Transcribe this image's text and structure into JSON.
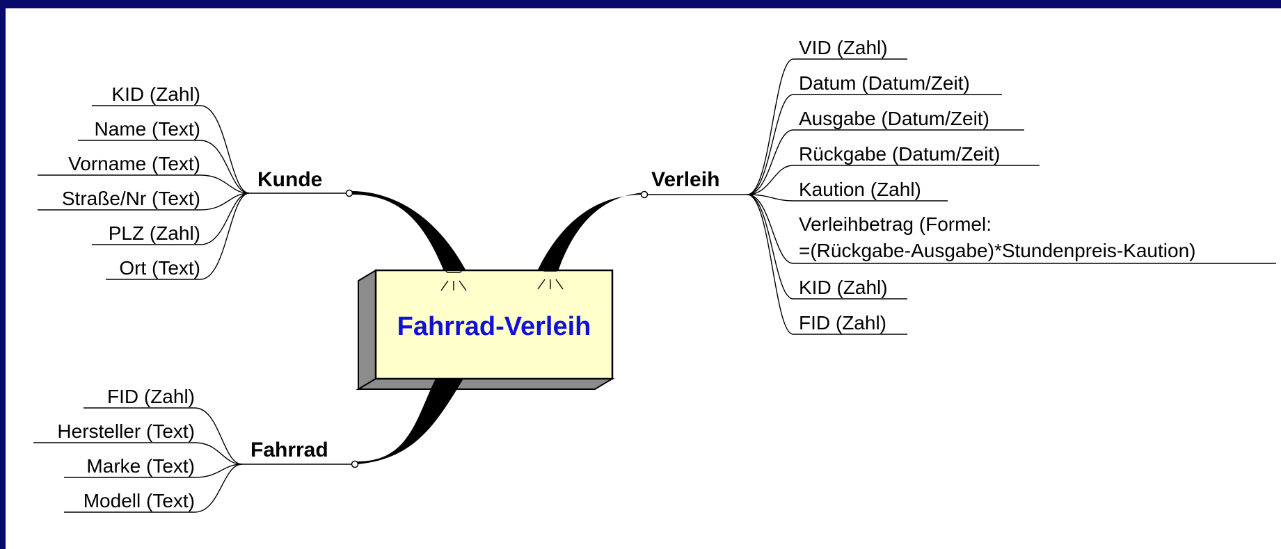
{
  "central_topic": "Fahrrad-Verleih",
  "branches": {
    "kunde": {
      "label": "Kunde",
      "fields": [
        "KID (Zahl)",
        "Name (Text)",
        "Vorname (Text)",
        "Straße/Nr (Text)",
        "PLZ (Zahl)",
        "Ort (Text)"
      ]
    },
    "fahrrad": {
      "label": "Fahrrad",
      "fields": [
        "FID (Zahl)",
        "Hersteller (Text)",
        "Marke (Text)",
        "Modell (Text)"
      ]
    },
    "verleih": {
      "label": "Verleih",
      "fields": [
        "VID (Zahl)",
        "Datum (Datum/Zeit)",
        "Ausgabe (Datum/Zeit)",
        "Rückgabe (Datum/Zeit)",
        "Kaution (Zahl)",
        "Verleihbetrag (Formel:",
        "=(Rückgabe-Ausgabe)*Stundenpreis-Kaution)",
        "KID (Zahl)",
        "FID (Zahl)"
      ]
    }
  },
  "colors": {
    "frame": "#0a0a6e",
    "central_fill": "#ffffcc",
    "central_shadow": "#8c8c8c",
    "central_text": "#1010d8",
    "lamp": "#ffe600"
  }
}
